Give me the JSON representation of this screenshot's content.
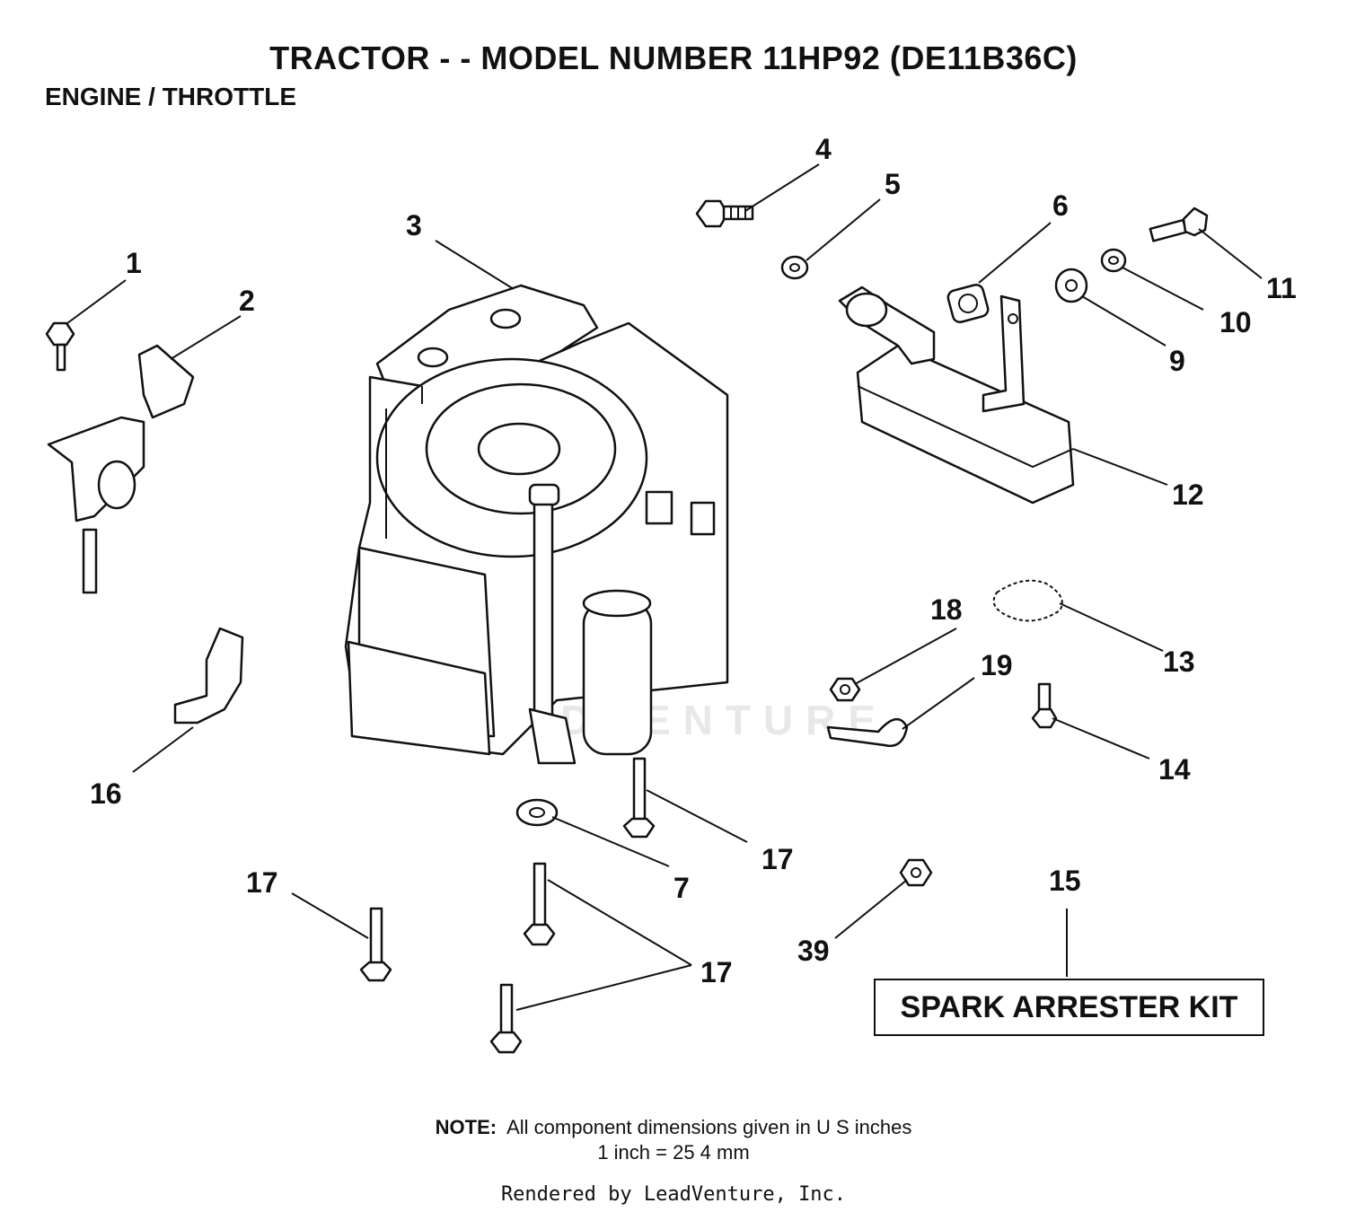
{
  "header": {
    "title": "TRACTOR - - MODEL NUMBER 11HP92   (DE11B36C)",
    "subtitle": "ENGINE / THROTTLE"
  },
  "diagram": {
    "callouts": {
      "c1": "1",
      "c2": "2",
      "c3": "3",
      "c4": "4",
      "c5": "5",
      "c6": "6",
      "c7": "7",
      "c9": "9",
      "c10": "10",
      "c11": "11",
      "c12": "12",
      "c13": "13",
      "c14": "14",
      "c15": "15",
      "c16": "16",
      "c17a": "17",
      "c17b": "17",
      "c17c": "17",
      "c18": "18",
      "c19": "19",
      "c39": "39"
    },
    "kit_label": "SPARK ARRESTER KIT",
    "watermark": "LEADVENTURE"
  },
  "note": {
    "label": "NOTE:",
    "text": "All component dimensions given in U S  inches",
    "conversion": "1 inch = 25 4 mm"
  },
  "footer": {
    "credit": "Rendered by LeadVenture, Inc."
  }
}
